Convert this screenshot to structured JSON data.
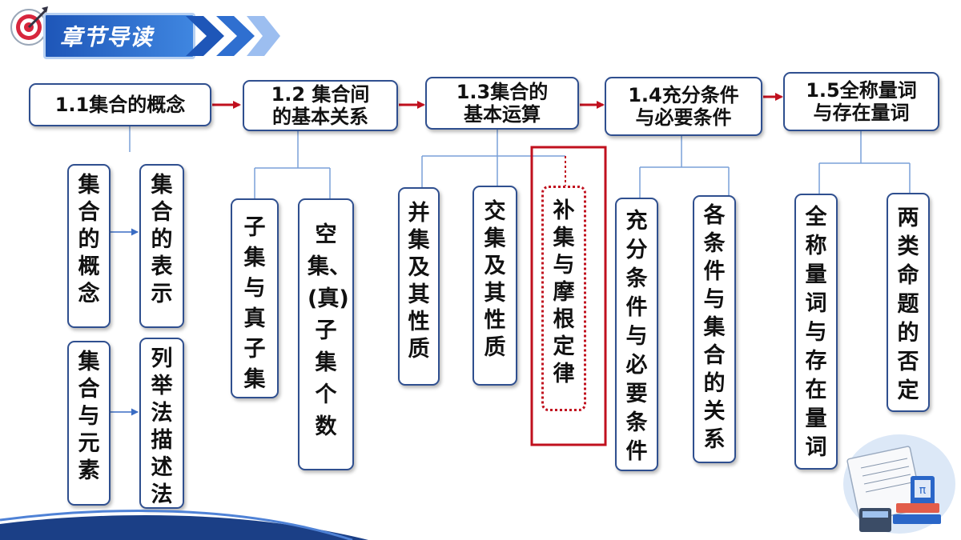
{
  "header": {
    "title": "章节导读"
  },
  "chapters": [
    {
      "label": "1.1集合的概念"
    },
    {
      "label": "1.2 集合间\n的基本关系"
    },
    {
      "label": "1.3集合的\n基本运算"
    },
    {
      "label": "1.4充分条件\n与必要条件"
    },
    {
      "label": "1.5全称量词\n与存在量词"
    }
  ],
  "topics": [
    {
      "label": "集合的概念"
    },
    {
      "label": "集合的表示"
    },
    {
      "label": "集合与元素"
    },
    {
      "label": "列举法描述法"
    },
    {
      "label": "子集与真子集"
    },
    {
      "label": "空集、(真)子集个数"
    },
    {
      "label": "并集及其性质"
    },
    {
      "label": "交集及其性质"
    },
    {
      "label": "补集与摩根定律"
    },
    {
      "label": "充分条件与必要条件"
    },
    {
      "label": "各条件与集合的关系"
    },
    {
      "label": "全称量词与存在量词"
    },
    {
      "label": "两类命题的否定"
    }
  ],
  "colors": {
    "arrow": "#c0101e",
    "highlight": "#c0101e",
    "border": "#2f4f8f",
    "banner": "#1e56b8"
  },
  "icons": [
    "dartboard-icon",
    "chevron-icon",
    "math-books-icon"
  ]
}
